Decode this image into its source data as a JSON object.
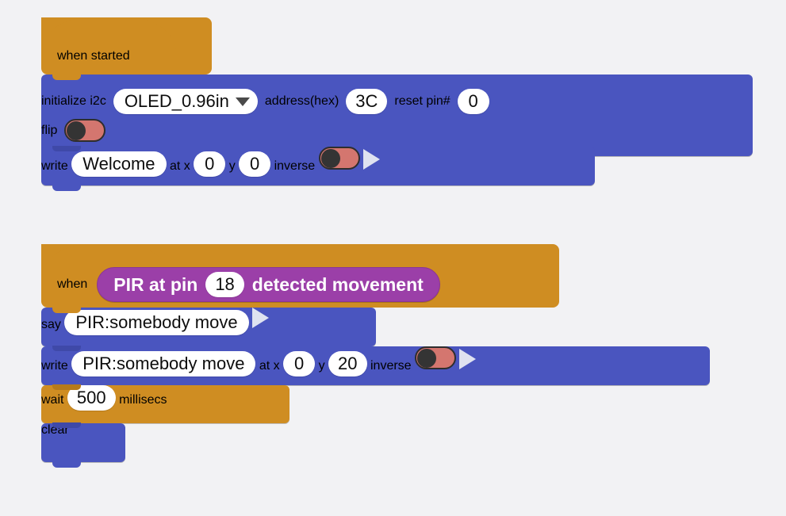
{
  "canvas": {
    "background_color": "#f2f2f4",
    "block_colors": {
      "event_orange": "#cf8d22",
      "command_blue": "#4a55bf",
      "sensor_purple": "#9b3fa8",
      "toggle_off_track": "#d4766f",
      "toggle_knob": "#343434",
      "field_white": "#ffffff",
      "play_arrow": "#dfe2f0"
    }
  },
  "scripts": [
    {
      "id": "script-when-started",
      "hat": {
        "label": "when started"
      },
      "blocks": [
        {
          "id": "initialize-i2c-block",
          "type": "command",
          "parts": [
            {
              "kind": "label",
              "text": "initialize i2c"
            },
            {
              "kind": "dropdown",
              "value": "OLED_0.96in",
              "icon": "chevron-down-icon"
            },
            {
              "kind": "label",
              "text": "address(hex)"
            },
            {
              "kind": "number",
              "value": "3C"
            },
            {
              "kind": "label",
              "text": "reset pin#"
            },
            {
              "kind": "number",
              "value": "0"
            },
            {
              "kind": "label",
              "text": "flip",
              "newline": true
            },
            {
              "kind": "toggle",
              "state": "off"
            }
          ]
        },
        {
          "id": "write-welcome-block",
          "type": "command",
          "parts": [
            {
              "kind": "label",
              "text": "write"
            },
            {
              "kind": "text",
              "value": "Welcome"
            },
            {
              "kind": "label",
              "text": "at x"
            },
            {
              "kind": "number",
              "value": "0"
            },
            {
              "kind": "label",
              "text": "y"
            },
            {
              "kind": "number",
              "value": "0"
            },
            {
              "kind": "label",
              "text": "inverse"
            },
            {
              "kind": "toggle",
              "state": "off"
            },
            {
              "kind": "play",
              "icon": "play-arrow-icon"
            }
          ]
        }
      ]
    },
    {
      "id": "script-when-pir-detected",
      "hat": {
        "label": "when",
        "reporter": {
          "prefix": "PIR at pin",
          "pin": "18",
          "suffix": "detected movement"
        }
      },
      "blocks": [
        {
          "id": "say-block",
          "type": "command",
          "parts": [
            {
              "kind": "label",
              "text": "say"
            },
            {
              "kind": "text",
              "value": "PIR:somebody move"
            },
            {
              "kind": "play",
              "icon": "play-arrow-icon"
            }
          ]
        },
        {
          "id": "write-pir-block",
          "type": "command",
          "parts": [
            {
              "kind": "label",
              "text": "write"
            },
            {
              "kind": "text",
              "value": "PIR:somebody move"
            },
            {
              "kind": "label",
              "text": "at x"
            },
            {
              "kind": "number",
              "value": "0"
            },
            {
              "kind": "label",
              "text": "y"
            },
            {
              "kind": "number",
              "value": "20"
            },
            {
              "kind": "label",
              "text": "inverse"
            },
            {
              "kind": "toggle",
              "state": "off"
            },
            {
              "kind": "play",
              "icon": "play-arrow-icon"
            }
          ]
        },
        {
          "id": "wait-block",
          "type": "event",
          "parts": [
            {
              "kind": "label",
              "text": "wait"
            },
            {
              "kind": "number",
              "value": "500"
            },
            {
              "kind": "label",
              "text": "millisecs"
            }
          ]
        },
        {
          "id": "clear-block",
          "type": "command",
          "parts": [
            {
              "kind": "label",
              "text": "clear"
            }
          ]
        }
      ]
    }
  ],
  "labels": {
    "when_started": "when started",
    "initialize_i2c": "initialize i2c",
    "oled_model": "OLED_0.96in",
    "address_hex": "address(hex)",
    "address_value": "3C",
    "reset_pin": "reset pin#",
    "reset_pin_value": "0",
    "flip": "flip",
    "write": "write",
    "welcome_text": "Welcome",
    "at_x": "at x",
    "x_value_1": "0",
    "y": "y",
    "y_value_1": "0",
    "inverse": "inverse",
    "when": "when",
    "pir_at_pin": "PIR at pin",
    "pir_pin_value": "18",
    "detected_movement": "detected movement",
    "say": "say",
    "say_text": "PIR:somebody move",
    "write_text_2": "PIR:somebody move",
    "at_x_2": "at x",
    "x_value_2": "0",
    "y_2": "y",
    "y_value_2": "20",
    "inverse_2": "inverse",
    "wait": "wait",
    "wait_value": "500",
    "millisecs": "millisecs",
    "clear": "clear"
  }
}
